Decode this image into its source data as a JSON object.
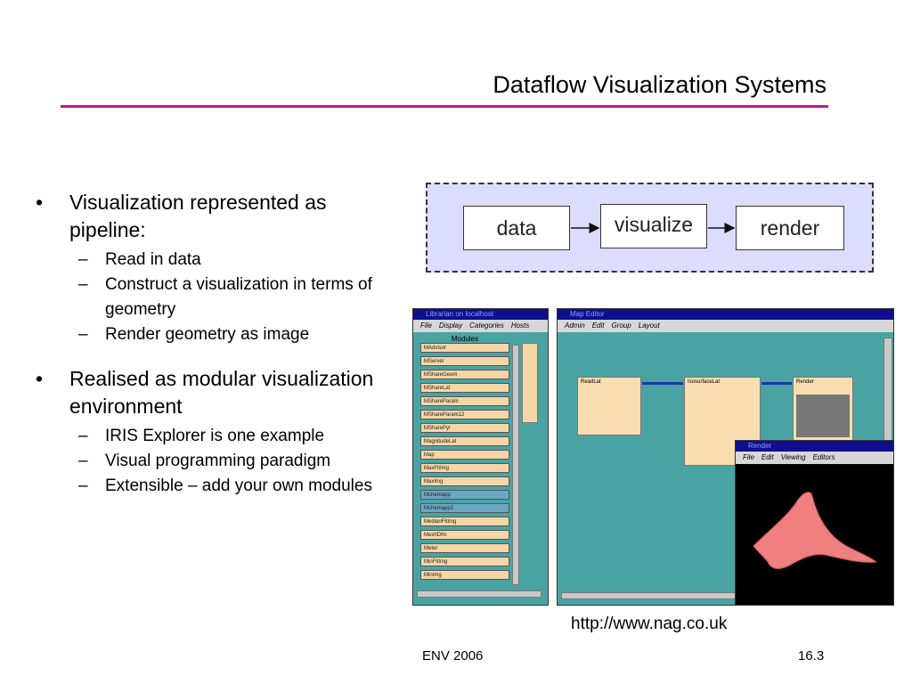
{
  "title": "Dataflow Visualization Systems",
  "bullets": [
    {
      "text": "Visualization represented as pipeline:",
      "sub": [
        "Read in data",
        "Construct a visualization in terms of geometry",
        "Render geometry as image"
      ]
    },
    {
      "text": "Realised as modular visualization environment",
      "sub": [
        "IRIS Explorer is one example",
        "Visual programming paradigm",
        "Extensible – add your own modules"
      ]
    }
  ],
  "pipeline": {
    "nodes": [
      "data",
      "visualize",
      "render"
    ]
  },
  "screenshot": {
    "librarian": {
      "title": "Librarian on localhost",
      "menu": [
        "File",
        "Display",
        "Categories",
        "Hosts"
      ],
      "modules_header": "Modules",
      "modules": [
        "MAdvisor",
        "MServer",
        "MShareGeom",
        "MShareLat",
        "MShareParam",
        "MShareParam12",
        "MSharePyr",
        "MagnitudeLat",
        "Map",
        "MaxFltImg",
        "MaxImg",
        "Mchemapp",
        "Mchemapp2",
        "MedianFltImg",
        "MeshDfm",
        "Meter",
        "MinFltImg",
        "MinImg"
      ]
    },
    "map_editor": {
      "title": "Map Editor",
      "menu": [
        "Admin",
        "Edit",
        "Group",
        "Layout"
      ],
      "modules": [
        "ReadLat",
        "IsosurfaceLat",
        "Render"
      ]
    },
    "render": {
      "title": "Render",
      "menu": [
        "File",
        "Edit",
        "Viewing",
        "Editors"
      ]
    }
  },
  "url": "http://www.nag.co.uk",
  "footer": "ENV 2006",
  "page_number": "16.3",
  "colors": {
    "title_rule": "#c0168a",
    "pipeline_bg": "#dcdcfc",
    "screenshot_bg": "#4aa3a3"
  }
}
